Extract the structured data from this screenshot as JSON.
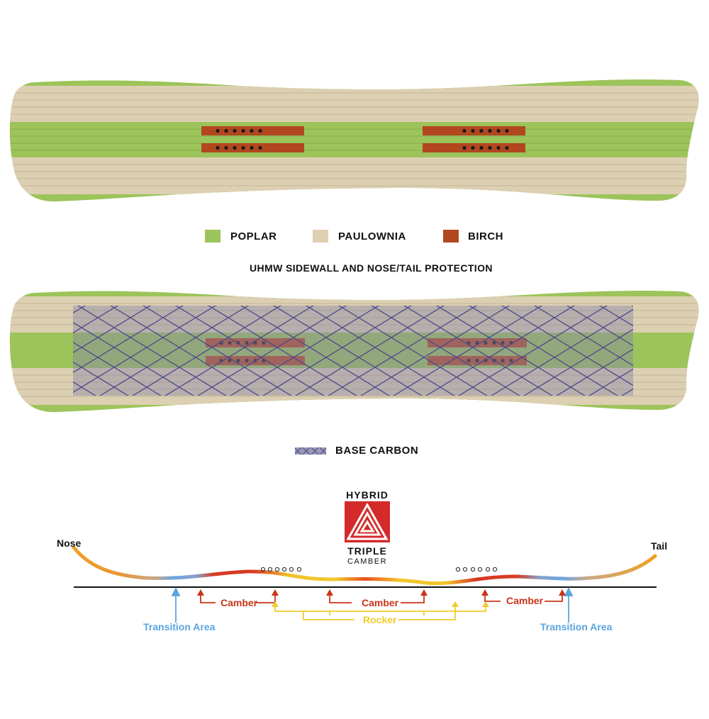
{
  "legend": {
    "poplar": "POPLAR",
    "paulownia": "PAULOWNIA",
    "birch": "BIRCH",
    "uhmw": "UHMW SIDEWALL AND NOSE/TAIL PROTECTION",
    "base_carbon": "BASE CARBON"
  },
  "logo": {
    "line1": "HYBRID",
    "line2": "TRIPLE",
    "line3": "CAMBER"
  },
  "profile": {
    "nose": "Nose",
    "tail": "Tail",
    "camber": "Camber",
    "rocker": "Rocker",
    "transition": "Transition Area"
  },
  "colors": {
    "poplar": "#9cc45a",
    "paulownia": "#ddcfb2",
    "birch": "#b2471f",
    "carbon": "#5a5a8c",
    "camber": "#c93418",
    "rocker": "#f0cc2c",
    "transition": "#5aa5e0",
    "logo_red": "#d42a2a"
  }
}
